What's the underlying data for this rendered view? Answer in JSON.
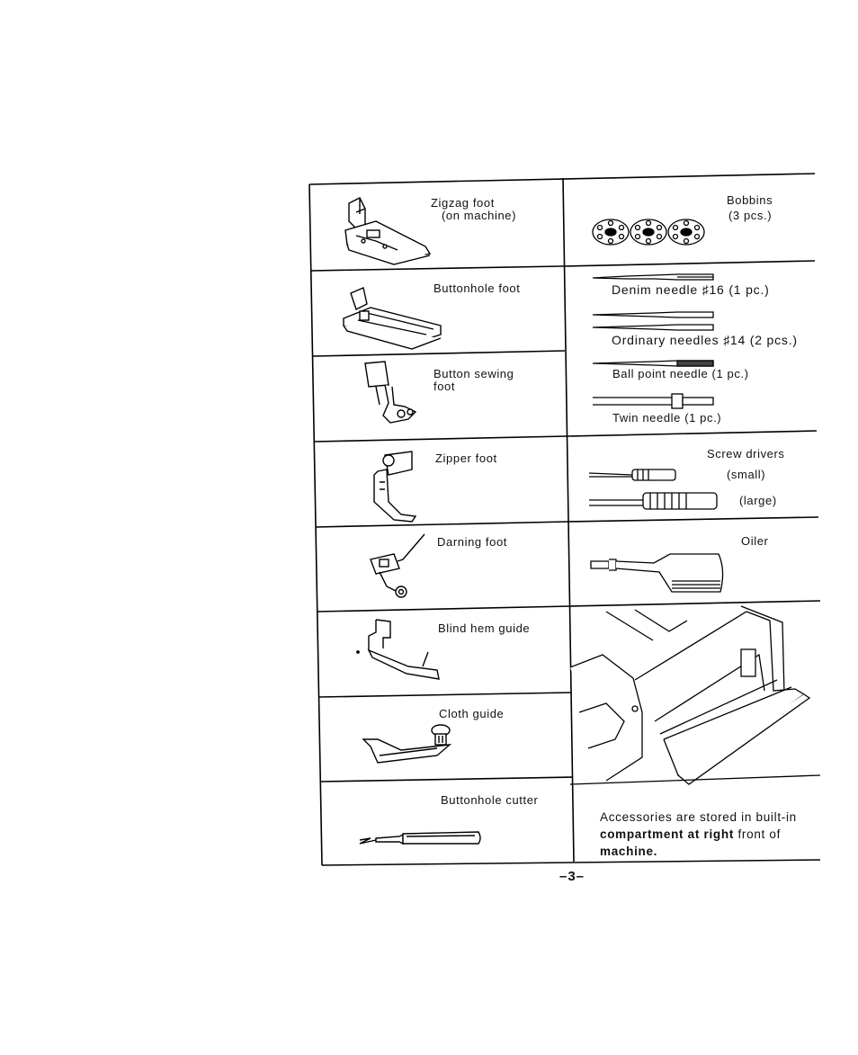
{
  "left_items": [
    {
      "id": "zigzag",
      "lines": [
        "Zigzag foot",
        "(on machine)"
      ]
    },
    {
      "id": "buttonhole",
      "lines": [
        "Buttonhole foot"
      ]
    },
    {
      "id": "button_sewing",
      "lines": [
        "Button sewing",
        "foot"
      ]
    },
    {
      "id": "zipper",
      "lines": [
        "Zipper foot"
      ]
    },
    {
      "id": "darning",
      "lines": [
        "Darning foot"
      ]
    },
    {
      "id": "blind_hem",
      "lines": [
        "Blind hem guide"
      ]
    },
    {
      "id": "cloth_guide",
      "lines": [
        "Cloth guide"
      ]
    },
    {
      "id": "cutter",
      "lines": [
        "Buttonhole cutter"
      ]
    }
  ],
  "right_items": {
    "bobbins": {
      "title": "Bobbins",
      "qty": "(3 pcs.)"
    },
    "needles": {
      "denim": "Denim needle ♯16 (1 pc.)",
      "ordinary": "Ordinary needles ♯14 (2 pcs.)",
      "ball_point": "Ball point needle (1 pc.)",
      "twin": "Twin needle (1 pc.)"
    },
    "screwdrivers": {
      "title": "Screw drivers",
      "small": "(small)",
      "large": "(large)"
    },
    "oiler": {
      "title": "Oiler"
    }
  },
  "storage_note": {
    "line1": "Accessories are stored in built-in",
    "line2_bold": "compartment at right",
    "line2_rest": "front of",
    "line3": "machine."
  },
  "page_number": "–3–"
}
